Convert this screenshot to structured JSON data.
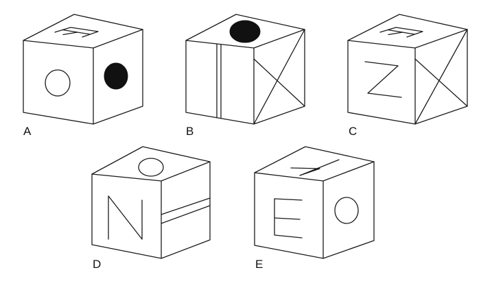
{
  "options": [
    {
      "id": "a",
      "label": "A"
    },
    {
      "id": "b",
      "label": "B"
    },
    {
      "id": "c",
      "label": "C"
    },
    {
      "id": "d",
      "label": "D"
    },
    {
      "id": "e",
      "label": "E"
    }
  ],
  "colors": {
    "line": "#1a1a1a",
    "fill": "#111111",
    "background": "#ffffff"
  }
}
